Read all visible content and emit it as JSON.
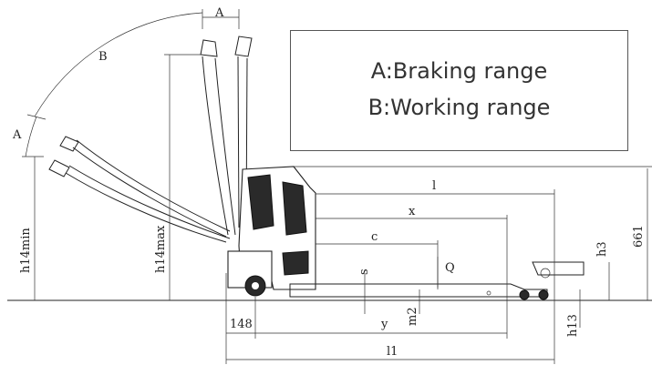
{
  "legend": {
    "braking": "A:Braking range",
    "working": "B:Working range"
  },
  "labels": {
    "A_top": "A",
    "A_left": "A",
    "B": "B",
    "h14min": "h14min",
    "h14max": "h14max",
    "l": "l",
    "x": "x",
    "c": "c",
    "Q": "Q",
    "s": "s",
    "m2": "m2",
    "y": "y",
    "d148": "148",
    "l1": "l1",
    "h3": "h3",
    "h13": "h13",
    "d661": "661"
  }
}
